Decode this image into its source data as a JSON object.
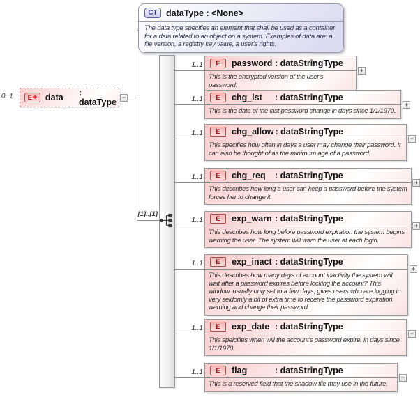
{
  "diagram": {
    "complex_type": {
      "badge": "CT",
      "title": "dataType : <None>",
      "annotation": "The data type specifies an element that shall be used as a container for a data related to an object on a system. Examples of data are: a file version, a registry key value, a user's rights."
    },
    "root_element": {
      "cardinality": "0..1",
      "badge": "E",
      "badge_plus": "+",
      "name": "data",
      "type": ": dataType",
      "collapse_glyph": "−"
    },
    "compositor": {
      "occurrence": "[1]..[1]"
    },
    "elements": [
      {
        "cardinality": "1..1",
        "badge": "E",
        "name": "password",
        "type": ": dataStringType",
        "annotation": "This is the encrypted version of the user's password.",
        "expand_glyph": "+"
      },
      {
        "cardinality": "1..1",
        "badge": "E",
        "name": "chg_lst",
        "type": ": dataStringType",
        "annotation": "This is the date of the last password change in days since 1/1/1970.",
        "expand_glyph": "+"
      },
      {
        "cardinality": "1..1",
        "badge": "E",
        "name": "chg_allow",
        "type": ": dataStringType",
        "annotation": "This specifies how often in days a user may change their password.  It can also be thought of as the minimum age of a password.",
        "expand_glyph": "+"
      },
      {
        "cardinality": "1..1",
        "badge": "E",
        "name": "chg_req",
        "type": ": dataStringType",
        "annotation": "This describes how long a user can keep a password before the system forces her to change it.",
        "expand_glyph": "+"
      },
      {
        "cardinality": "1..1",
        "badge": "E",
        "name": "exp_warn",
        "type": ": dataStringType",
        "annotation": "This describes how long before password expiration the system begins warning the user.  The system will warn the user at each login.",
        "expand_glyph": "+"
      },
      {
        "cardinality": "1..1",
        "badge": "E",
        "name": "exp_inact",
        "type": ": dataStringType",
        "annotation": "This describes how many days of account inactivity the system will wait after a password expires before locking the account? This window, usually only set to a few days, gives users who are logging in very seldomly a bit of extra time to receive the password expiration warning and change their password.",
        "expand_glyph": "+"
      },
      {
        "cardinality": "1..1",
        "badge": "E",
        "name": "exp_date",
        "type": ": dataStringType",
        "annotation": "This speicifies when will the account's password expire, in days since 1/1/1970.",
        "expand_glyph": "+"
      },
      {
        "cardinality": "1..1",
        "badge": "E",
        "name": "flag",
        "type": ": dataStringType",
        "annotation": "This is a reserved field that the shadow file may use in the future.",
        "expand_glyph": "+"
      }
    ]
  }
}
